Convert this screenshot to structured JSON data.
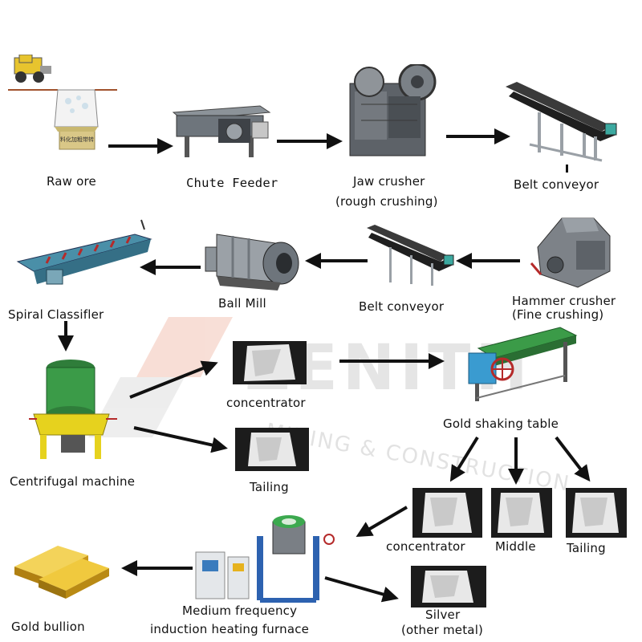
{
  "labels": {
    "raw_ore": "Raw ore",
    "chute_feeder": "Chute Feeder",
    "jaw_crusher_line1": "Jaw crusher",
    "jaw_crusher_line2": "(rough crushing)",
    "belt_conveyor_top": "Belt conveyor",
    "spiral_classifier": "Spiral Classifler",
    "ball_mill": "Ball Mill",
    "belt_conveyor_mid": "Belt conveyor",
    "hammer_crusher_line1": "Hammer crusher",
    "hammer_crusher_line2": "(Fine crushing)",
    "centrifugal_machine": "Centrifugal machine",
    "concentrator_upper": "concentrator",
    "tailing_upper": "Tailing",
    "gold_shaking_table": "Gold shaking table",
    "concentrator_lower": "concentrator",
    "middle": "Middle",
    "tailing_lower": "Tailing",
    "furnace_line1": "Medium frequency",
    "furnace_line2": "induction heating furnace",
    "silver_line1": "Silver",
    "silver_line2": "(other metal)",
    "gold_bullion": "Gold bullion",
    "hopper_sign": "料化加粗带转"
  },
  "watermark": {
    "brand": "ZENITH",
    "tagline": "MINING & CONSTRUCTION",
    "color": "#c9c9c9",
    "accent": "#e8a090"
  },
  "colors": {
    "arrow": "#111111",
    "bag_bg": "#1c1c1c",
    "gold": "#e0b21c",
    "machine_grey": "#7a7f85",
    "accent_green": "#3ca9a0",
    "accent_red": "#b52a2a"
  }
}
